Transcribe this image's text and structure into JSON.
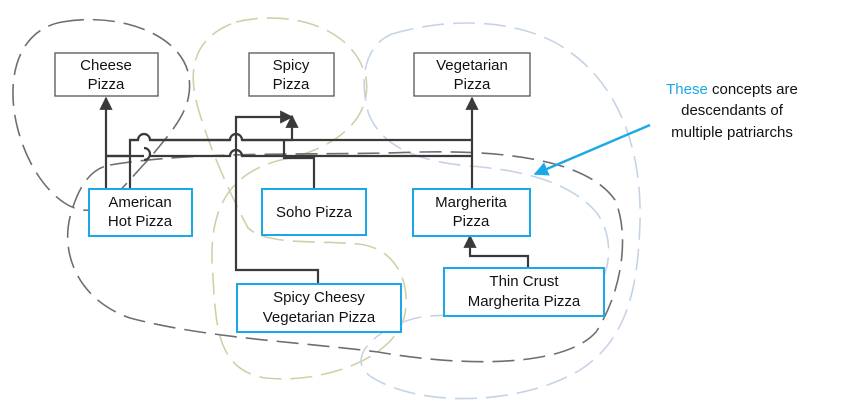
{
  "colors": {
    "parent_border": "#555555",
    "child_border": "#1aa9e6",
    "connector": "#3a3a3a",
    "highlight_word": "#1aa9e6",
    "arrow": "#1aa9e6",
    "cluster_dark": "#6e6e6e",
    "cluster_olive": "#cfd0a8",
    "cluster_blue": "#c5d3e6"
  },
  "parents": {
    "cheese": {
      "line1": "Cheese",
      "line2": "Pizza"
    },
    "spicy": {
      "line1": "Spicy",
      "line2": "Pizza"
    },
    "vegetarian": {
      "line1": "Vegetarian",
      "line2": "Pizza"
    }
  },
  "children": {
    "american_hot": {
      "line1": "American",
      "line2": "Hot Pizza"
    },
    "soho": {
      "line1": "Soho Pizza"
    },
    "margherita": {
      "line1": "Margherita",
      "line2": "Pizza"
    },
    "spicy_cheesy_veg": {
      "line1": "Spicy Cheesy",
      "line2": "Vegetarian Pizza"
    },
    "thin_crust": {
      "line1": "Thin Crust",
      "line2": "Margherita Pizza"
    }
  },
  "annotation": {
    "highlight": "These",
    "line1_rest": " concepts are",
    "line2": "descendants of",
    "line3": "multiple patriarchs"
  }
}
